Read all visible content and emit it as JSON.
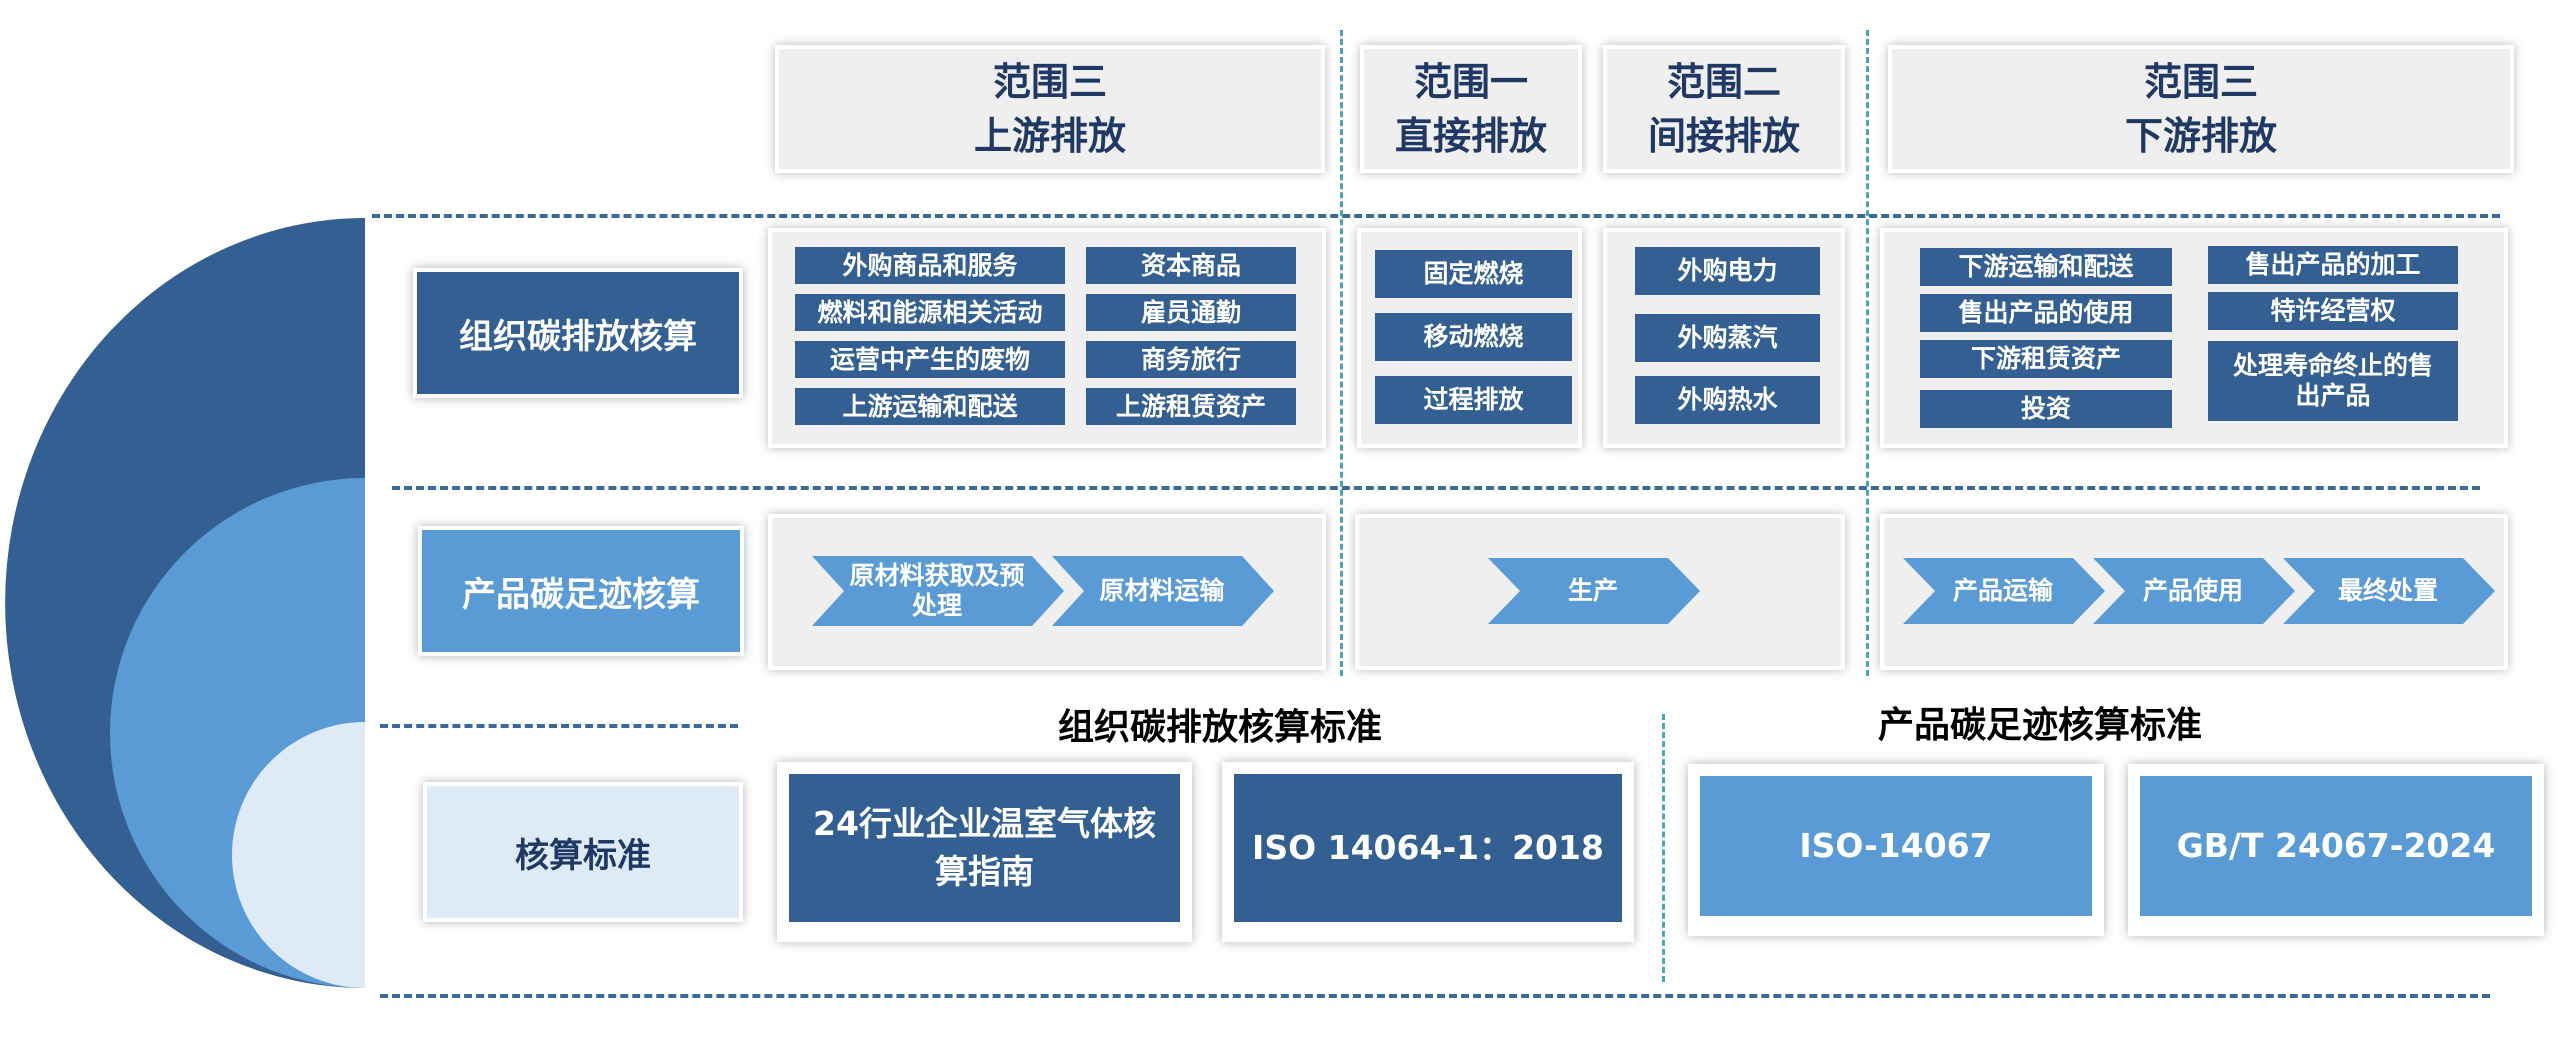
{
  "scope_headers": {
    "scope3_upstream": {
      "line1": "范围三",
      "line2": "上游排放"
    },
    "scope1": {
      "line1": "范围一",
      "line2": "直接排放"
    },
    "scope2": {
      "line1": "范围二",
      "line2": "间接排放"
    },
    "scope3_downstream": {
      "line1": "范围三",
      "line2": "下游排放"
    }
  },
  "rows": {
    "org": {
      "label": "组织碳排放核算",
      "color": "#345f92"
    },
    "product": {
      "label": "产品碳足迹核算",
      "color": "#5b9bd5"
    },
    "standards": {
      "label": "核算标准",
      "color": "#deebf7"
    }
  },
  "org_items": {
    "upstream": [
      "外购商品和服务",
      "资本商品",
      "燃料和能源相关活动",
      "雇员通勤",
      "运营中产生的废物",
      "商务旅行",
      "上游运输和配送",
      "上游租赁资产"
    ],
    "scope1": [
      "固定燃烧",
      "移动燃烧",
      "过程排放"
    ],
    "scope2": [
      "外购电力",
      "外购蒸汽",
      "外购热水"
    ],
    "downstream": [
      "下游运输和配送",
      "售出产品的加工",
      "售出产品的使用",
      "特许经营权",
      "下游租赁资产",
      "处理寿命终止的售出产品",
      "投资"
    ]
  },
  "product_steps": {
    "upstream": [
      "原材料获取及预处理",
      "原材料运输"
    ],
    "production": [
      "生产"
    ],
    "downstream": [
      "产品运输",
      "产品使用",
      "最终处置"
    ]
  },
  "standards": {
    "org_title": "组织碳排放核算标准",
    "product_title": "产品碳足迹核算标准",
    "org_items": [
      "24行业企业温室气体核算指南",
      "ISO 14064-1：2018"
    ],
    "product_items": [
      "ISO-14067",
      "GB/T 24067-2024"
    ]
  },
  "colors": {
    "dark_blue": "#345f92",
    "mid_blue": "#5b9bd5",
    "light_blue": "#deebf7",
    "header_text": "#1f3864"
  }
}
